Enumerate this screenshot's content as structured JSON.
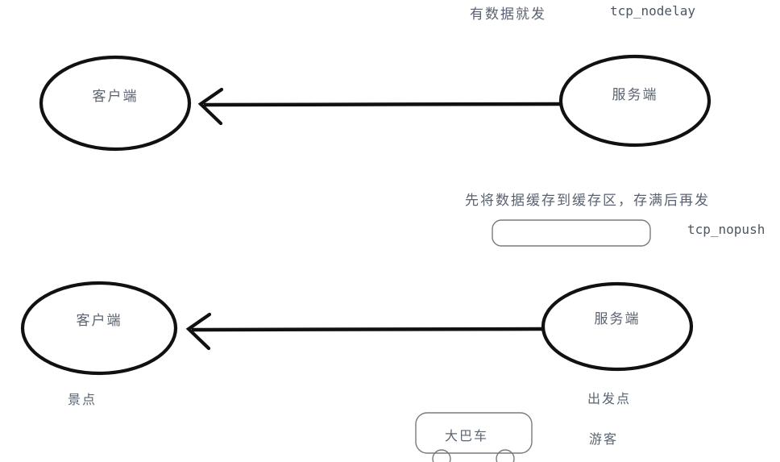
{
  "diagram": {
    "title_note": "TCP nodelay vs nopush analogy diagram",
    "stroke_color": "#111111",
    "thin_stroke_color": "#6f6f6f",
    "text_color": "#5a6270",
    "background": "#ffffff"
  },
  "top_row": {
    "annotation_cn": "有数据就发",
    "annotation_opt": "tcp_nodelay",
    "client_label": "客户端",
    "server_label": "服务端",
    "arrow_direction": "server-to-client"
  },
  "middle_row": {
    "annotation_cn": "先将数据缓存到缓存区，存满后再发",
    "annotation_opt": "tcp_nopush",
    "buffer_box_label": ""
  },
  "bottom_row": {
    "client_label": "客户端",
    "server_label": "服务端",
    "client_sublabel": "景点",
    "server_sublabel": "出发点",
    "vehicle_label": "大巴车",
    "passenger_label": "游客",
    "arrow_direction": "server-to-client"
  }
}
